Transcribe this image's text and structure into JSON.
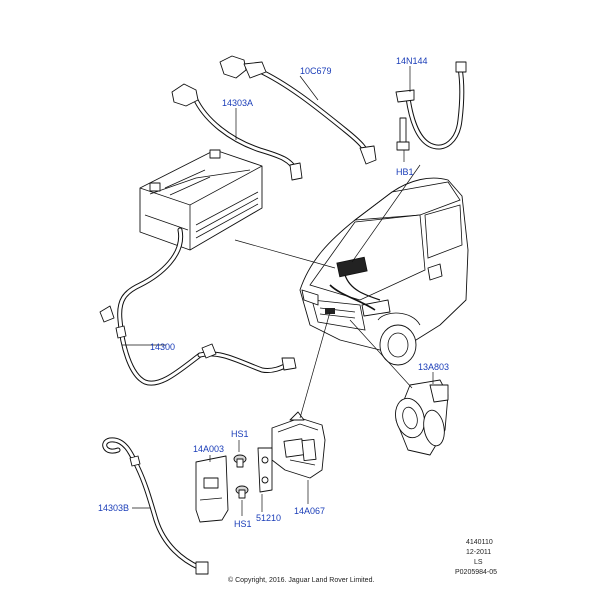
{
  "diagram": {
    "labels": {
      "p10c679": "10C679",
      "p14n144": "14N144",
      "p14303a": "14303A",
      "phb1": "HB1",
      "p14300": "14300",
      "p13a803": "13A803",
      "phs1_top": "HS1",
      "p14a003": "14A003",
      "p14303b": "14303B",
      "phs1_bottom": "HS1",
      "p51210": "51210",
      "p14a067": "14A067"
    },
    "footer": {
      "ref_number": "4140110",
      "date": "12-2011",
      "initials": "LS",
      "drawing_id": "P0205984-05",
      "copyright": "© Copyright, 2016. Jaguar Land Rover Limited."
    },
    "colors": {
      "label": "#1a3db8",
      "line": "#111111"
    }
  }
}
